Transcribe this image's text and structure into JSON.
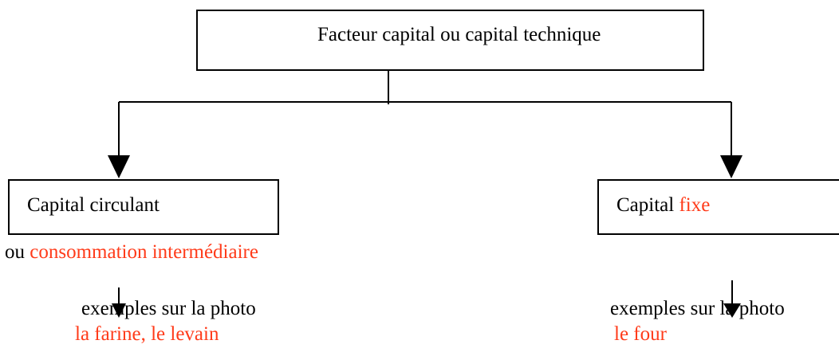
{
  "colors": {
    "text": "#000000",
    "accent": "#ff3b1a",
    "line": "#000000"
  },
  "top": {
    "label": "Facteur capital ou capital technique"
  },
  "left": {
    "label": "Capital circulant",
    "prefix": "ou ",
    "highlight": "consommation intermédiaire",
    "examples_label": "exemples sur la photo",
    "examples_value": "la farine, le levain"
  },
  "right": {
    "label_main": "Capital ",
    "label_highlight": "fixe",
    "examples_label": "exemples sur la photo",
    "examples_value": "le four"
  }
}
